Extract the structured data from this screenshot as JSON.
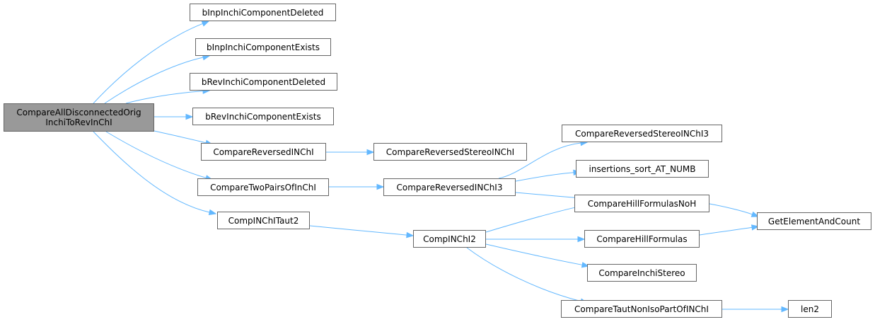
{
  "graph": {
    "edge_color": "#63b8ff",
    "root_fill": "#999999",
    "node_border": "#666666",
    "nodes": {
      "root": {
        "line1": "CompareAllDisconnectedOrig",
        "line2": "InchiToRevInChI"
      },
      "bInpDeleted": "bInpInchiComponentDeleted",
      "bInpExists": "bInpInchiComponentExists",
      "bRevDeleted": "bRevInchiComponentDeleted",
      "bRevExists": "bRevInchiComponentExists",
      "compareReversedInchi": "CompareReversedINChI",
      "compareTwoPairs": "CompareTwoPairsOfInChI",
      "compInchiTaut2": "CompINChITaut2",
      "compareReversedStereo": "CompareReversedStereoINChI",
      "compareReversed3": "CompareReversedINChI3",
      "compInchi2": "CompINChI2",
      "compareReversedStereo3": "CompareReversedStereoINChI3",
      "insertionsSort": "insertions_sort_AT_NUMB",
      "hillNoH": "CompareHillFormulasNoH",
      "hill": "CompareHillFormulas",
      "inchiStereo": "CompareInchiStereo",
      "tautNonIso": "CompareTautNonIsoPartOfINChI",
      "getElement": "GetElementAndCount",
      "len2": "len2"
    }
  }
}
